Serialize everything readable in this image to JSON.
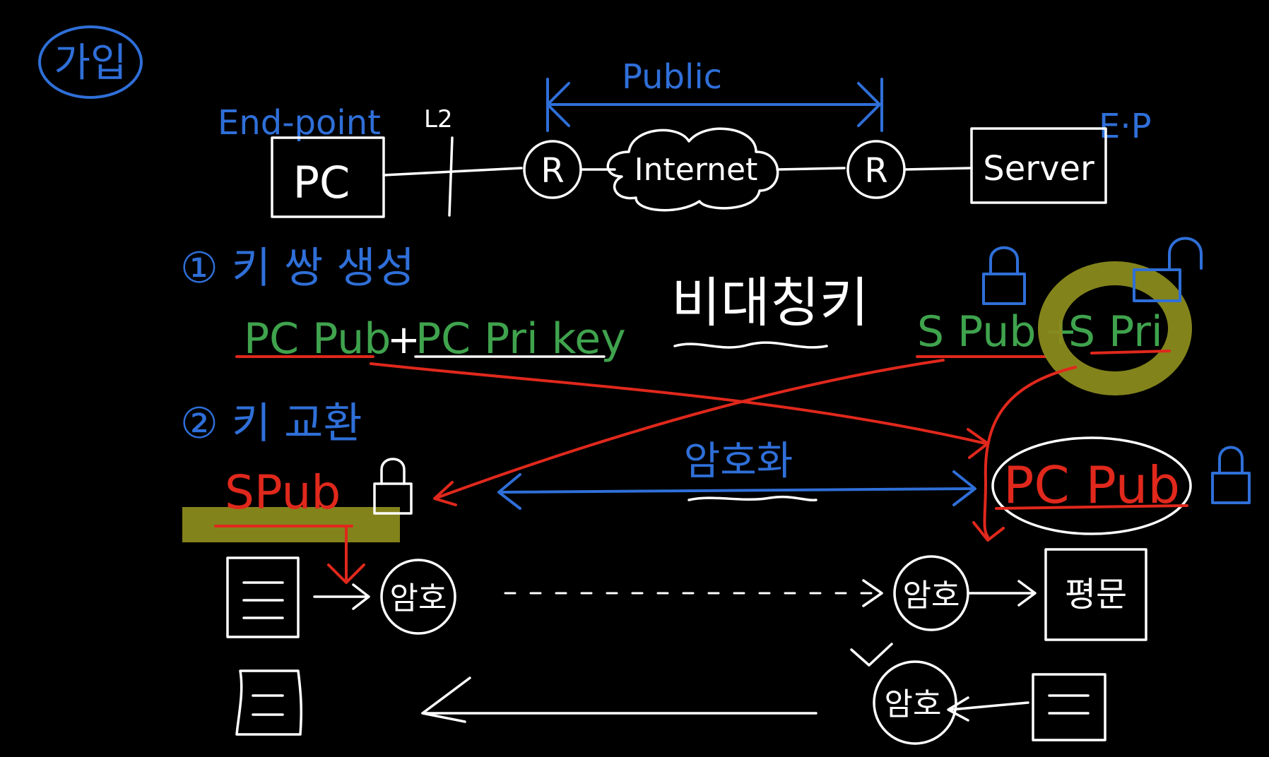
{
  "title": "가입",
  "topology": {
    "endpoint_label": "End-point",
    "l2_label": "L2",
    "public_label": "Public",
    "ep_label": "E·P",
    "pc": "PC",
    "router": "R",
    "internet": "Internet",
    "server": "Server"
  },
  "step1": {
    "heading": "① 키 쌍 생성",
    "pc_pub": "PC Pub",
    "pc_pri": "PC Pri key",
    "asymmetric": "비대칭키",
    "s_pub": "S Pub",
    "s_pri": "S Pri"
  },
  "step2": {
    "heading": "② 키 교환",
    "spub": "SPub",
    "encrypt_label": "암호화",
    "pc_pub_server": "PC Pub"
  },
  "flow": {
    "cipher_left": "암호",
    "cipher_right": "암호",
    "plaintext": "평문",
    "cipher_bottom": "암호"
  },
  "colors": {
    "background": "#000000",
    "white": "#ffffff",
    "blue": "#2f6fd8",
    "green": "#3fa34d",
    "red": "#e0281c",
    "olive_highlight": "#8a8a1e"
  }
}
